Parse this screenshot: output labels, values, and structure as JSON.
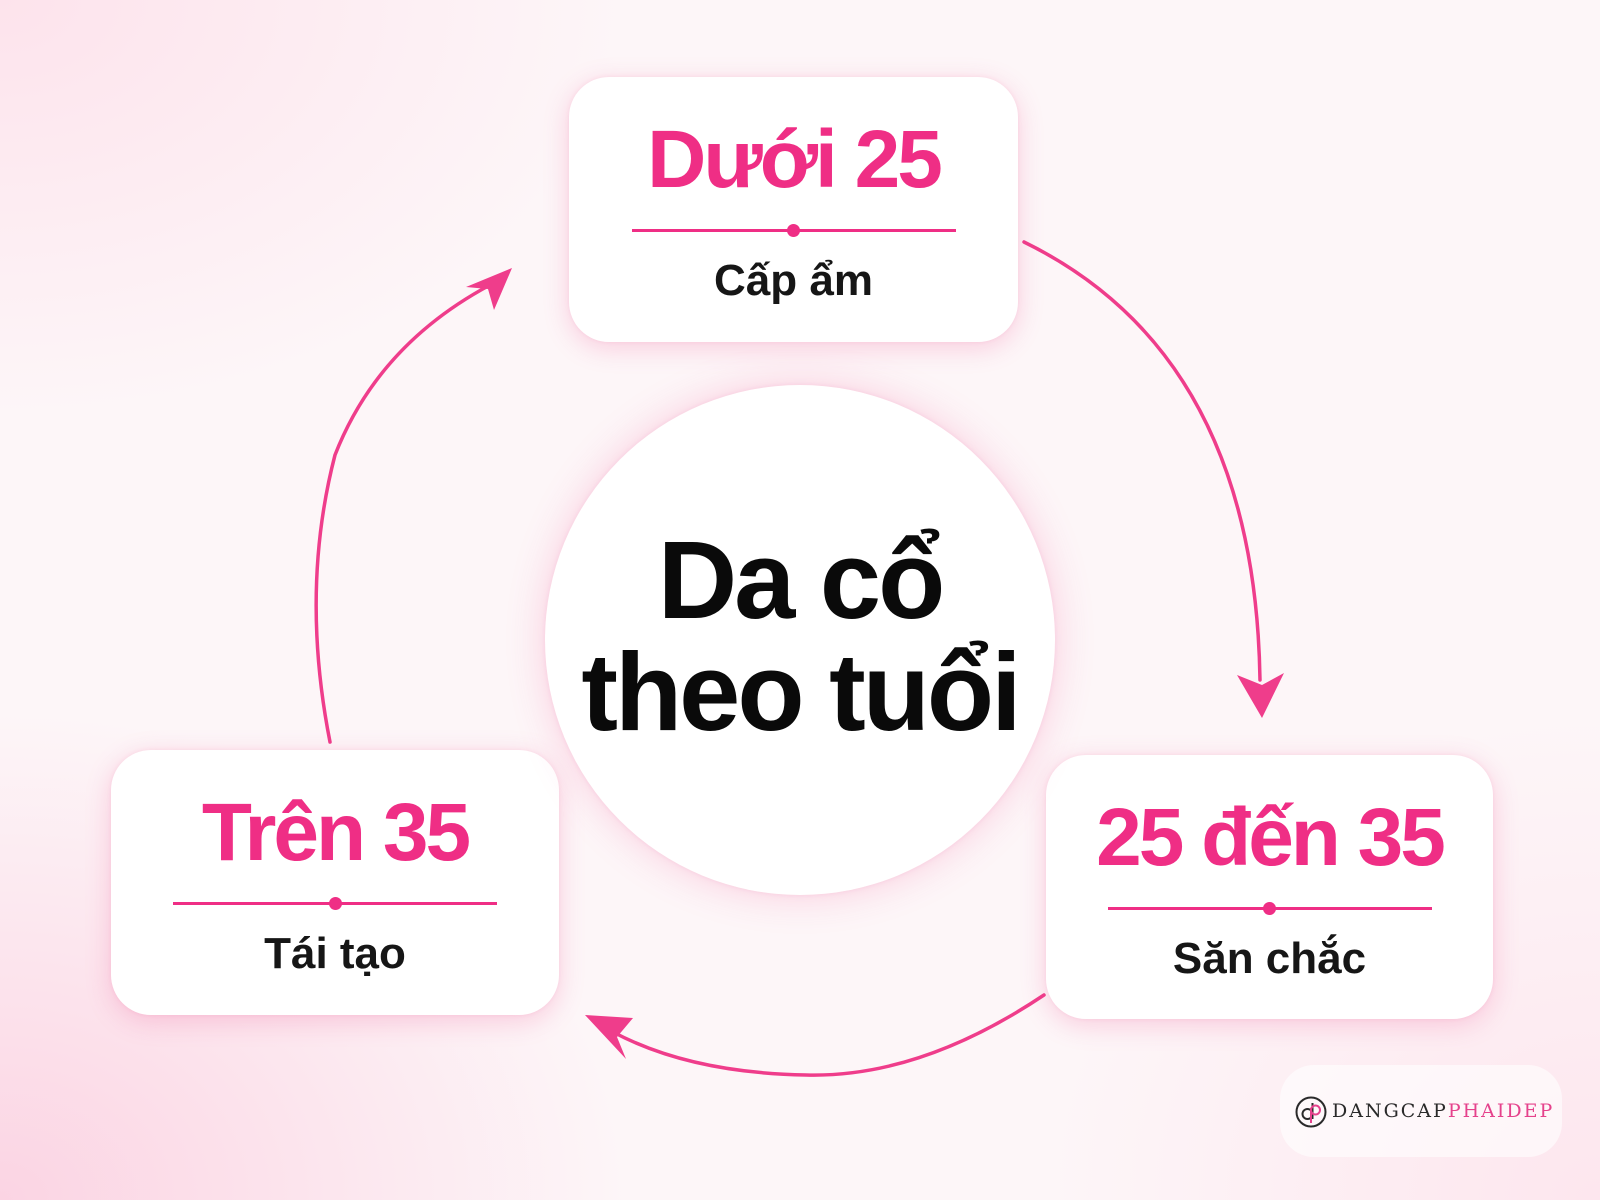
{
  "center": {
    "line1": "Da cổ",
    "line2": "theo tuổi"
  },
  "stages": {
    "top": {
      "age": "Dưới 25",
      "label": "Cấp ẩm"
    },
    "right": {
      "age": "25 đến 35",
      "label": "Săn chắc"
    },
    "left": {
      "age": "Trên 35",
      "label": "Tái tạo"
    }
  },
  "brand": {
    "part1": "DANGCAP",
    "part2": "PHAIDEP"
  },
  "colors": {
    "accent": "#ef2e85",
    "text": "#161616"
  }
}
